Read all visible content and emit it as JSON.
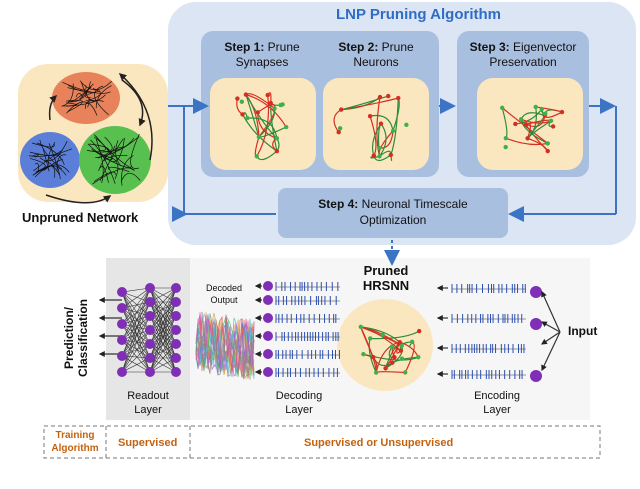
{
  "algorithm": {
    "title": "LNP Pruning Algorithm",
    "step1": {
      "num": "Step 1:",
      "line1_rest": " Prune",
      "line2": "Synapses"
    },
    "step2": {
      "num": "Step 2:",
      "line1_rest": " Prune",
      "line2": "Neurons"
    },
    "step3": {
      "num": "Step 3:",
      "line1_rest": " Eigenvector",
      "line2": "Preservation"
    },
    "step4": {
      "num": "Step 4:",
      "line1_rest": " Neuronal Timescale",
      "line2": "Optimization"
    }
  },
  "unpruned_label": "Unpruned Network",
  "pipeline": {
    "pruned_line1": "Pruned",
    "pruned_line2": "HRSNN",
    "decoded_line1": "Decoded",
    "decoded_line2": "Output",
    "prediction_line1": "Prediction/",
    "prediction_line2": "Classification",
    "readout_line1": "Readout",
    "readout_line2": "Layer",
    "decoding_line1": "Decoding",
    "decoding_line2": "Layer",
    "encoding_line1": "Encoding",
    "encoding_line2": "Layer",
    "input": "Input"
  },
  "training": {
    "label_line1": "Training",
    "label_line2": "Algorithm",
    "supervised": "Supervised",
    "both": "Supervised or Unsupervised"
  },
  "colors": {
    "panel_outer": "#dbe5f3",
    "panel_step": "#a9bfdf",
    "cluster_fill": "#fbe7bf",
    "neuron": "#7f2fb6",
    "arrow": "#3b73c5",
    "orange_text": "#c4620e",
    "title_blue": "#2f6cc6"
  }
}
